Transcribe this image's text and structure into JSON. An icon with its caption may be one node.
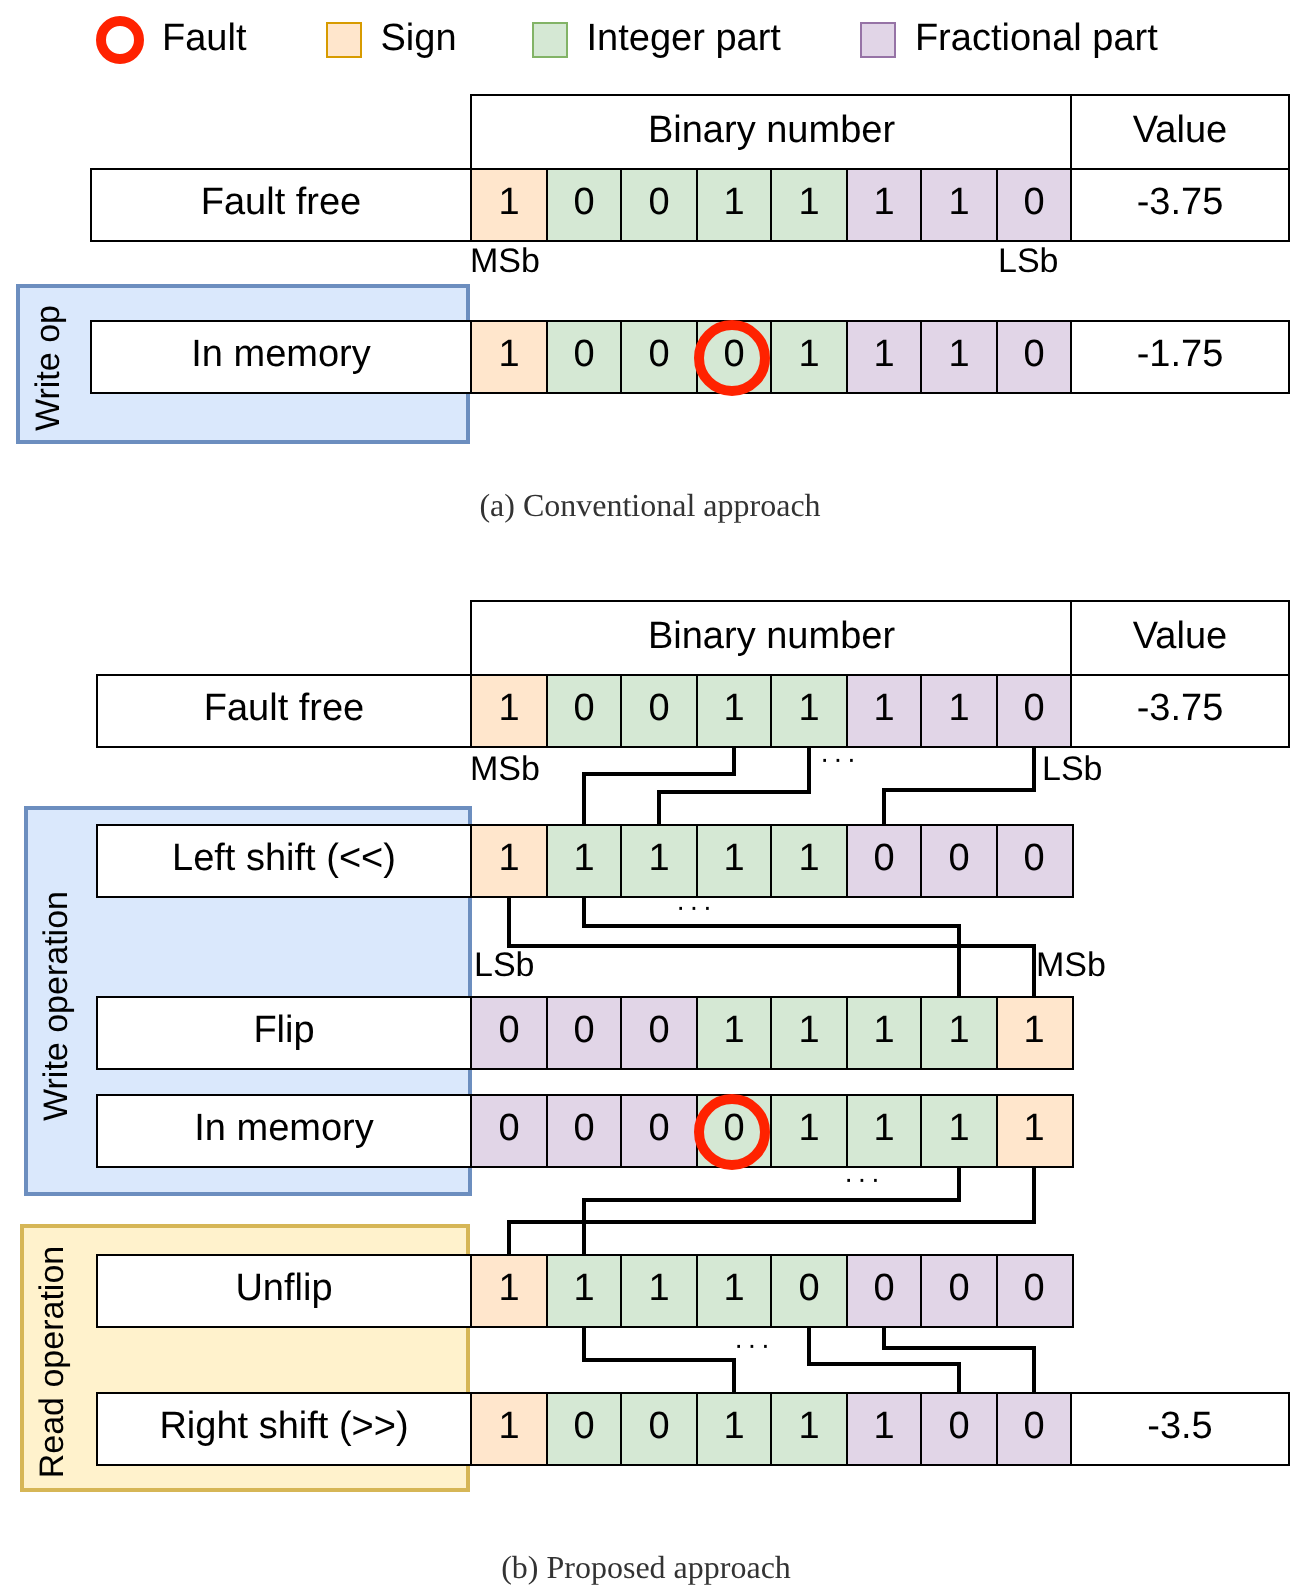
{
  "diagram": {
    "nodes": [
      {
        "text": [
          "Binary number"
        ]
      },
      {
        "text": [
          "Value"
        ]
      },
      {
        "text": [
          "Fault free"
        ]
      },
      {
        "text": [
          "1"
        ]
      },
      {
        "text": [
          "0"
        ]
      },
      {
        "text": [
          "0"
        ]
      },
      {
        "text": [
          "1"
        ]
      },
      {
        "text": [
          "1"
        ]
      },
      {
        "text": [
          "1"
        ]
      },
      {
        "text": [
          "1"
        ]
      },
      {
        "text": [
          "0"
        ]
      },
      {
        "text": [
          "-3.75"
        ]
      },
      {
        "text": [
          "Write op"
        ]
      },
      {
        "text": [
          "In memory"
        ],
        "in": 12
      },
      {
        "text": [
          "1"
        ]
      },
      {
        "text": [
          "0"
        ]
      },
      {
        "text": [
          "0"
        ]
      },
      {
        "text": [
          "0"
        ]
      },
      {
        "text": [
          "1"
        ]
      },
      {
        "text": [
          "1"
        ]
      },
      {
        "text": [
          "1"
        ]
      },
      {
        "text": [
          "0"
        ]
      },
      {
        "text": [],
        "shape": "circle"
      },
      {
        "text": [
          "-1.75"
        ]
      },
      {
        "text": [
          "Binary number"
        ]
      },
      {
        "text": [
          "Value"
        ]
      },
      {
        "text": [
          "Fault free"
        ]
      },
      {
        "text": [
          "1"
        ]
      },
      {
        "text": [
          "0"
        ]
      },
      {
        "text": [
          "0"
        ]
      },
      {
        "text": [
          "1"
        ]
      },
      {
        "text": [
          "1"
        ]
      },
      {
        "text": [
          "1"
        ]
      },
      {
        "text": [
          "1"
        ]
      },
      {
        "text": [
          "0"
        ]
      },
      {
        "text": [
          "-3.75"
        ]
      },
      {
        "text": [
          "Write operation"
        ]
      },
      {
        "text": [
          "Left shift (<<)"
        ],
        "in": 36
      },
      {
        "text": [
          "1"
        ]
      },
      {
        "text": [
          "1"
        ]
      },
      {
        "text": [
          "1"
        ]
      },
      {
        "text": [
          "1"
        ]
      },
      {
        "text": [
          "1"
        ]
      },
      {
        "text": [
          "0"
        ]
      },
      {
        "text": [
          "0"
        ]
      },
      {
        "text": [
          "0"
        ]
      },
      {
        "text": [
          "Flip"
        ],
        "in": 36
      },
      {
        "text": [
          "0"
        ]
      },
      {
        "text": [
          "0"
        ]
      },
      {
        "text": [
          "0"
        ]
      },
      {
        "text": [
          "1"
        ]
      },
      {
        "text": [
          "1"
        ]
      },
      {
        "text": [
          "1"
        ]
      },
      {
        "text": [
          "1"
        ]
      },
      {
        "text": [
          "1"
        ]
      },
      {
        "text": [
          "In memory"
        ],
        "in": 36
      },
      {
        "text": [
          "0"
        ]
      },
      {
        "text": [
          "0"
        ]
      },
      {
        "text": [
          "0"
        ]
      },
      {
        "text": [
          "0"
        ]
      },
      {
        "text": [
          "1"
        ]
      },
      {
        "text": [
          "1"
        ]
      },
      {
        "text": [
          "1"
        ]
      },
      {
        "text": [
          "1"
        ]
      },
      {
        "text": [],
        "shape": "circle"
      },
      {
        "text": [
          "Read operation"
        ]
      },
      {
        "text": [
          "Unflip"
        ],
        "in": 65
      },
      {
        "text": [
          "1"
        ]
      },
      {
        "text": [
          "1"
        ]
      },
      {
        "text": [
          "1"
        ]
      },
      {
        "text": [
          "1"
        ]
      },
      {
        "text": [
          "0"
        ]
      },
      {
        "text": [
          "0"
        ]
      },
      {
        "text": [
          "0"
        ]
      },
      {
        "text": [
          "0"
        ]
      },
      {
        "text": [
          "Right shift (>>)"
        ],
        "in": 65
      },
      {
        "text": [
          "1"
        ]
      },
      {
        "text": [
          "0"
        ]
      },
      {
        "text": [
          "0"
        ]
      },
      {
        "text": [
          "1"
        ]
      },
      {
        "text": [
          "1"
        ]
      },
      {
        "text": [
          "1"
        ]
      },
      {
        "text": [
          "0"
        ]
      },
      {
        "text": [
          "0"
        ]
      },
      {
        "text": [
          "-3.5"
        ]
      }
    ],
    "edges": [
      {
        "from": 30,
        "to": 39,
        "arrow": "none"
      },
      {
        "from": 31,
        "to": 40,
        "arrow": "none"
      },
      {
        "from": 34,
        "to": 43,
        "arrow": "none"
      },
      {
        "from": 38,
        "to": 54,
        "arrow": "none"
      },
      {
        "from": 39,
        "to": 53,
        "arrow": "none"
      },
      {
        "from": 62,
        "to": 68,
        "arrow": "none"
      },
      {
        "from": 63,
        "to": 67,
        "arrow": "none"
      },
      {
        "from": 68,
        "to": 79,
        "arrow": "none"
      },
      {
        "from": 71,
        "to": 82,
        "arrow": "none"
      },
      {
        "from": 72,
        "to": 83,
        "arrow": "none"
      }
    ],
    "labels": [
      "MSb",
      "LSb",
      "(a) Conventional approach",
      "MSb",
      "···",
      "LSb",
      "···",
      "LSb",
      "MSb",
      "···",
      "···",
      "(b) Proposed approach"
    ],
    "legend": [
      {
        "text": "Fault"
      },
      {
        "text": "Sign",
        "color": "#ffe6cc"
      },
      {
        "text": "Integer part",
        "color": "#d5e8d4"
      },
      {
        "text": "Fractional part",
        "color": "#e1d5e7"
      }
    ]
  }
}
